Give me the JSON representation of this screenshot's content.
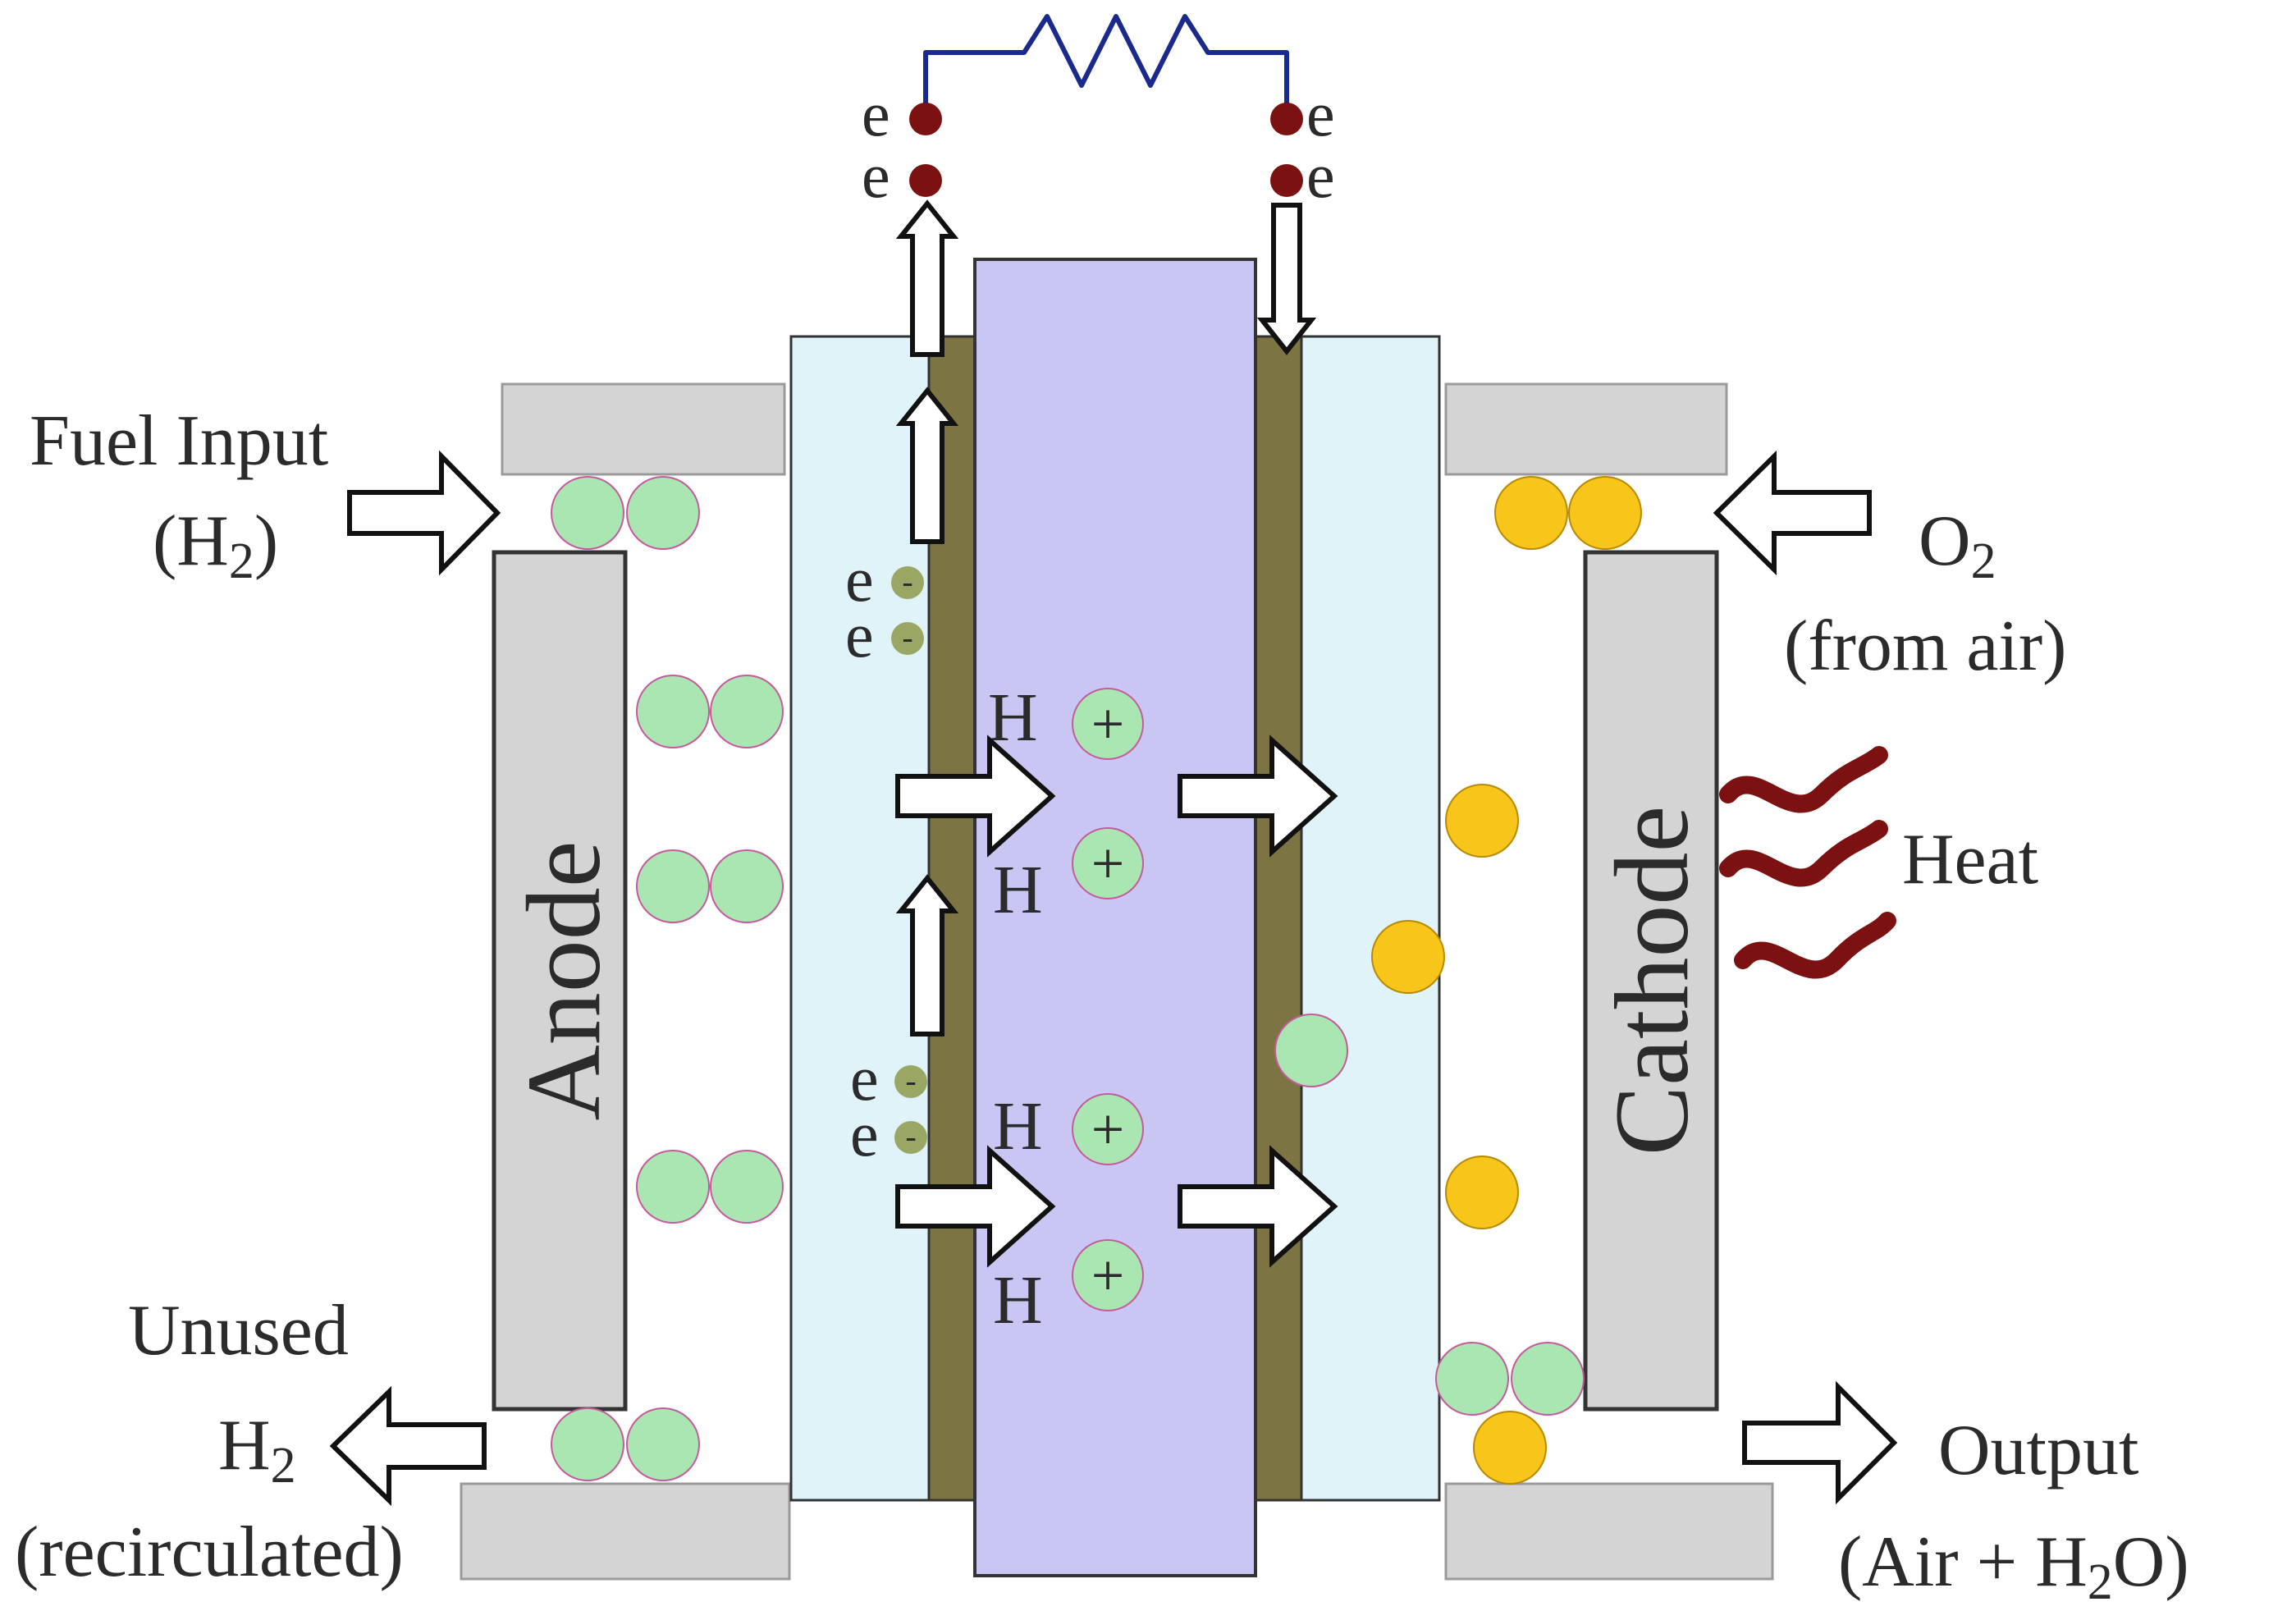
{
  "labels": {
    "fuel_input": "Fuel Input",
    "h2_open": "(H",
    "h2_sub": "2",
    "h2_close": ")",
    "o2_o": "O",
    "o2_sub": "2",
    "from_air": "(from air)",
    "heat": "Heat",
    "unused": "Unused",
    "unused_h": "H",
    "unused_sub": "2",
    "recirculated": "(recirculated)",
    "output": "Output",
    "output_detail_open": "(Air + H",
    "output_detail_sub": "2",
    "output_detail_close": "O)",
    "anode": "Anode",
    "cathode": "Cathode",
    "electron": "e",
    "minus": "-",
    "proton": "H",
    "plus": "+"
  },
  "colors": {
    "electrode": "#d4d4d4",
    "gas_diffusion_layer": "#dff3f8",
    "catalyst_layer": "#7d7444",
    "membrane": "#c9c6f4",
    "hydrogen_atom": "#a9e6b2",
    "oxygen_atom": "#f8c51b",
    "electron_dot": "#9aa764",
    "terminal": "#7b1111",
    "wire": "#1a2a8c",
    "heat": "#7b1111",
    "frame": "#d4d4d4"
  }
}
